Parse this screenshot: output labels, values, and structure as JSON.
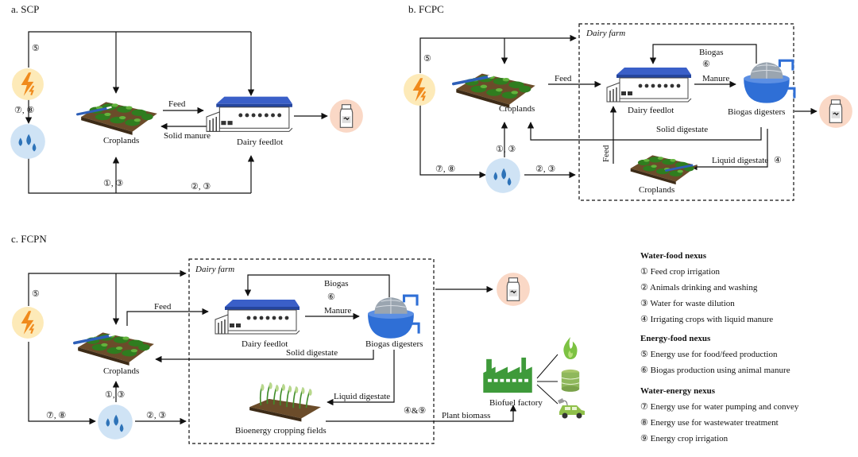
{
  "panels": {
    "a": {
      "title": "a. SCP",
      "croplands": "Croplands",
      "feedlot": "Dairy feedlot",
      "feed": "Feed",
      "solid_manure": "Solid manure",
      "n_energy": "⑤",
      "n_e_to_w": "⑦, ⑧",
      "n_irr": "①, ③",
      "n_drink": "②, ③"
    },
    "b": {
      "title": "b. FCPC",
      "dairy_farm": "Dairy farm",
      "croplands": "Croplands",
      "croplands2": "Croplands",
      "feedlot": "Dairy feedlot",
      "digesters": "Biogas digesters",
      "feed": "Feed",
      "feed_vertical": "Feed",
      "biogas": "Biogas",
      "n_biogas": "⑥",
      "manure": "Manure",
      "solid_digestate": "Solid digestate",
      "liquid_digestate": "Liquid digestate",
      "n_liquid": "④",
      "n_energy": "⑤",
      "n_irr": "①, ③",
      "n_e_to_w": "⑦, ⑧",
      "n_drink": "②, ③"
    },
    "c": {
      "title": "c. FCPN",
      "dairy_farm": "Dairy farm",
      "croplands": "Croplands",
      "feedlot": "Dairy feedlot",
      "digesters": "Biogas digesters",
      "feed": "Feed",
      "biogas": "Biogas",
      "n_biogas": "⑥",
      "manure": "Manure",
      "solid_digestate": "Solid digestate",
      "liquid_digestate": "Liquid digestate",
      "n_liquid": "④&⑨",
      "plant_biomass": "Plant biomass",
      "bioenergy_fields": "Bioenergy cropping fields",
      "biofuel_factory": "Biofuel factory",
      "n_energy": "⑤",
      "n_irr": "①, ③",
      "n_e_to_w": "⑦, ⑧",
      "n_drink": "②, ③"
    }
  },
  "legend": {
    "water_food": {
      "heading": "Water-food nexus",
      "items": [
        "① Feed crop irrigation",
        "② Animals drinking and washing",
        "③ Water for waste dilution",
        "④ Irrigating crops with liquid manure"
      ]
    },
    "energy_food": {
      "heading": "Energy-food nexus",
      "items": [
        "⑤ Energy use for food/feed production",
        "⑥ Biogas production using animal manure"
      ]
    },
    "water_energy": {
      "heading": "Water-energy nexus",
      "items": [
        "⑦ Energy use for water pumping and convey",
        "⑧ Energy use for wastewater treatment",
        "⑨ Energy crop irrigation"
      ]
    }
  },
  "colors": {
    "energy_bg": "#fdeab8",
    "energy_bolt": "#f08a1c",
    "water_bg": "#cfe3f5",
    "water_drop": "#2e73b8",
    "milk_bg": "#fad8c6",
    "roof": "#3a5fc8",
    "digester": "#2f6fd6",
    "factory": "#3e9a3a",
    "flame": "#7cc242"
  },
  "icons": {
    "energy": "lightning-icon",
    "water": "water-drops-icon",
    "milk": "milk-bottle-icon"
  }
}
